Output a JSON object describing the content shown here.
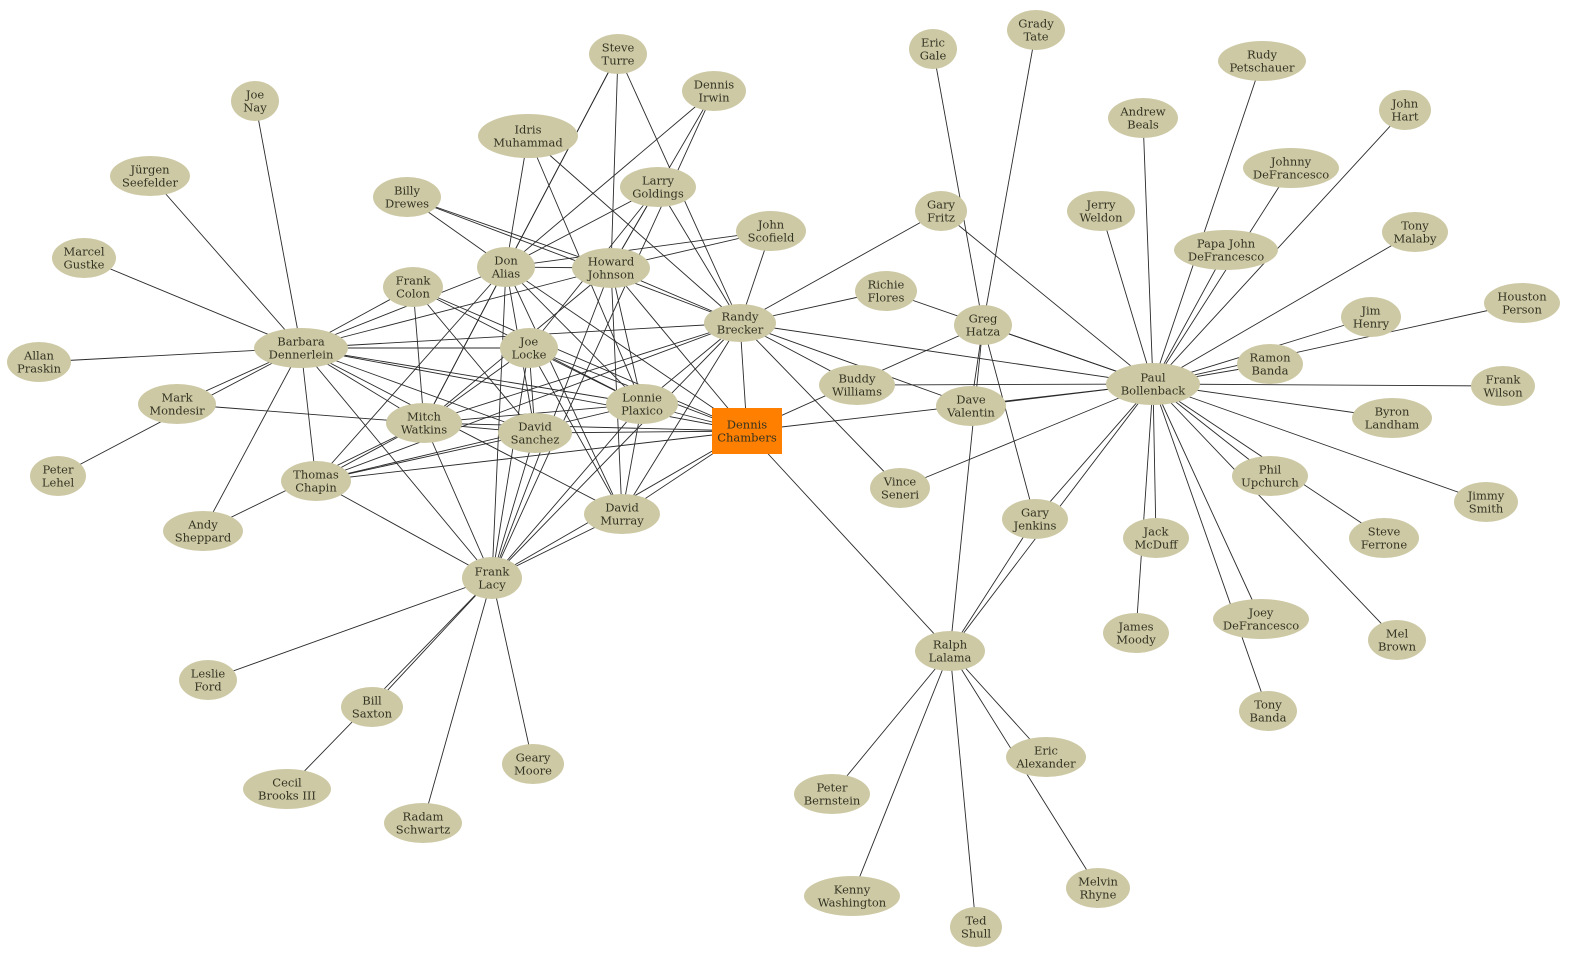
{
  "colors": {
    "node_fill": "#cdc9a5",
    "center_fill": "#ff7f00",
    "edge": "#2a2a2a",
    "label": "#333322"
  },
  "nodes": [
    {
      "id": "dennis-chambers",
      "lines": [
        "Dennis",
        "Chambers"
      ],
      "shape": "box"
    },
    {
      "id": "randy-brecker",
      "lines": [
        "Randy",
        "Brecker"
      ]
    },
    {
      "id": "barbara-dennerlein",
      "lines": [
        "Barbara",
        "Dennerlein"
      ]
    },
    {
      "id": "don-alias",
      "lines": [
        "Don",
        "Alias"
      ]
    },
    {
      "id": "howard-johnson",
      "lines": [
        "Howard",
        "Johnson"
      ]
    },
    {
      "id": "frank-colon",
      "lines": [
        "Frank",
        "Colon"
      ]
    },
    {
      "id": "joe-locke",
      "lines": [
        "Joe",
        "Locke"
      ]
    },
    {
      "id": "mitch-watkins",
      "lines": [
        "Mitch",
        "Watkins"
      ]
    },
    {
      "id": "david-sanchez",
      "lines": [
        "David",
        "Sanchez"
      ]
    },
    {
      "id": "lonnie-plaxico",
      "lines": [
        "Lonnie",
        "Plaxico"
      ]
    },
    {
      "id": "thomas-chapin",
      "lines": [
        "Thomas",
        "Chapin"
      ]
    },
    {
      "id": "david-murray",
      "lines": [
        "David",
        "Murray"
      ]
    },
    {
      "id": "frank-lacy",
      "lines": [
        "Frank",
        "Lacy"
      ]
    },
    {
      "id": "steve-turre",
      "lines": [
        "Steve",
        "Turre"
      ]
    },
    {
      "id": "dennis-irwin",
      "lines": [
        "Dennis",
        "Irwin"
      ]
    },
    {
      "id": "idris-muhammad",
      "lines": [
        "Idris",
        "Muhammad"
      ]
    },
    {
      "id": "larry-goldings",
      "lines": [
        "Larry",
        "Goldings"
      ]
    },
    {
      "id": "billy-drewes",
      "lines": [
        "Billy",
        "Drewes"
      ]
    },
    {
      "id": "john-scofield",
      "lines": [
        "John",
        "Scofield"
      ]
    },
    {
      "id": "joe-nay",
      "lines": [
        "Joe",
        "Nay"
      ]
    },
    {
      "id": "jurgen-seefelder",
      "lines": [
        "Jürgen",
        "Seefelder"
      ]
    },
    {
      "id": "marcel-gustke",
      "lines": [
        "Marcel",
        "Gustke"
      ]
    },
    {
      "id": "allan-praskin",
      "lines": [
        "Allan",
        "Praskin"
      ]
    },
    {
      "id": "mark-mondesir",
      "lines": [
        "Mark",
        "Mondesir"
      ]
    },
    {
      "id": "peter-lehel",
      "lines": [
        "Peter",
        "Lehel"
      ]
    },
    {
      "id": "andy-sheppard",
      "lines": [
        "Andy",
        "Sheppard"
      ]
    },
    {
      "id": "leslie-ford",
      "lines": [
        "Leslie",
        "Ford"
      ]
    },
    {
      "id": "bill-saxton",
      "lines": [
        "Bill",
        "Saxton"
      ]
    },
    {
      "id": "cecil-brooks-iii",
      "lines": [
        "Cecil",
        "Brooks III"
      ]
    },
    {
      "id": "radam-schwartz",
      "lines": [
        "Radam",
        "Schwartz"
      ]
    },
    {
      "id": "geary-moore",
      "lines": [
        "Geary",
        "Moore"
      ]
    },
    {
      "id": "eric-gale",
      "lines": [
        "Eric",
        "Gale"
      ]
    },
    {
      "id": "grady-tate",
      "lines": [
        "Grady",
        "Tate"
      ]
    },
    {
      "id": "gary-fritz",
      "lines": [
        "Gary",
        "Fritz"
      ]
    },
    {
      "id": "richie-flores",
      "lines": [
        "Richie",
        "Flores"
      ]
    },
    {
      "id": "greg-hatza",
      "lines": [
        "Greg",
        "Hatza"
      ]
    },
    {
      "id": "buddy-williams",
      "lines": [
        "Buddy",
        "Williams"
      ]
    },
    {
      "id": "dave-valentin",
      "lines": [
        "Dave",
        "Valentin"
      ]
    },
    {
      "id": "vince-seneri",
      "lines": [
        "Vince",
        "Seneri"
      ]
    },
    {
      "id": "gary-jenkins",
      "lines": [
        "Gary",
        "Jenkins"
      ]
    },
    {
      "id": "ralph-lalama",
      "lines": [
        "Ralph",
        "Lalama"
      ]
    },
    {
      "id": "peter-bernstein",
      "lines": [
        "Peter",
        "Bernstein"
      ]
    },
    {
      "id": "kenny-washington",
      "lines": [
        "Kenny",
        "Washington"
      ]
    },
    {
      "id": "ted-shull",
      "lines": [
        "Ted",
        "Shull"
      ]
    },
    {
      "id": "melvin-rhyne",
      "lines": [
        "Melvin",
        "Rhyne"
      ]
    },
    {
      "id": "eric-alexander",
      "lines": [
        "Eric",
        "Alexander"
      ]
    },
    {
      "id": "paul-bollenback",
      "lines": [
        "Paul",
        "Bollenback"
      ]
    },
    {
      "id": "rudy-petschauer",
      "lines": [
        "Rudy",
        "Petschauer"
      ]
    },
    {
      "id": "andrew-beals",
      "lines": [
        "Andrew",
        "Beals"
      ]
    },
    {
      "id": "john-hart",
      "lines": [
        "John",
        "Hart"
      ]
    },
    {
      "id": "johnny-defrancesco",
      "lines": [
        "Johnny",
        "DeFrancesco"
      ]
    },
    {
      "id": "jerry-weldon",
      "lines": [
        "Jerry",
        "Weldon"
      ]
    },
    {
      "id": "papa-john-defrancesco",
      "lines": [
        "Papa John",
        "DeFrancesco"
      ]
    },
    {
      "id": "tony-malaby",
      "lines": [
        "Tony",
        "Malaby"
      ]
    },
    {
      "id": "houston-person",
      "lines": [
        "Houston",
        "Person"
      ]
    },
    {
      "id": "jim-henry",
      "lines": [
        "Jim",
        "Henry"
      ]
    },
    {
      "id": "ramon-banda",
      "lines": [
        "Ramon",
        "Banda"
      ]
    },
    {
      "id": "frank-wilson",
      "lines": [
        "Frank",
        "Wilson"
      ]
    },
    {
      "id": "byron-landham",
      "lines": [
        "Byron",
        "Landham"
      ]
    },
    {
      "id": "phil-upchurch",
      "lines": [
        "Phil",
        "Upchurch"
      ]
    },
    {
      "id": "jimmy-smith",
      "lines": [
        "Jimmy",
        "Smith"
      ]
    },
    {
      "id": "jack-mcduff",
      "lines": [
        "Jack",
        "McDuff"
      ]
    },
    {
      "id": "steve-ferrone",
      "lines": [
        "Steve",
        "Ferrone"
      ]
    },
    {
      "id": "james-moody",
      "lines": [
        "James",
        "Moody"
      ]
    },
    {
      "id": "joey-defrancesco",
      "lines": [
        "Joey",
        "DeFrancesco"
      ]
    },
    {
      "id": "mel-brown",
      "lines": [
        "Mel",
        "Brown"
      ]
    },
    {
      "id": "tony-banda",
      "lines": [
        "Tony",
        "Banda"
      ]
    }
  ],
  "edges": [
    [
      "steve-turre",
      "don-alias"
    ],
    [
      "steve-turre",
      "howard-johnson"
    ],
    [
      "steve-turre",
      "randy-brecker"
    ],
    [
      "steve-turre",
      "mitch-watkins"
    ],
    [
      "dennis-irwin",
      "howard-johnson"
    ],
    [
      "dennis-irwin",
      "frank-lacy"
    ],
    [
      "dennis-irwin",
      "don-alias"
    ],
    [
      "idris-muhammad",
      "don-alias"
    ],
    [
      "idris-muhammad",
      "randy-brecker"
    ],
    [
      "idris-muhammad",
      "lonnie-plaxico"
    ],
    [
      "larry-goldings",
      "don-alias"
    ],
    [
      "larry-goldings",
      "howard-johnson"
    ],
    [
      "larry-goldings",
      "randy-brecker"
    ],
    [
      "larry-goldings",
      "joe-locke"
    ],
    [
      "billy-drewes",
      "don-alias"
    ],
    [
      "billy-drewes",
      "howard-johnson"
    ],
    [
      "billy-drewes",
      "randy-brecker"
    ],
    [
      "john-scofield",
      "howard-johnson"
    ],
    [
      "john-scofield",
      "don-alias"
    ],
    [
      "john-scofield",
      "randy-brecker"
    ],
    [
      "joe-nay",
      "barbara-dennerlein"
    ],
    [
      "jurgen-seefelder",
      "barbara-dennerlein"
    ],
    [
      "marcel-gustke",
      "barbara-dennerlein"
    ],
    [
      "allan-praskin",
      "barbara-dennerlein"
    ],
    [
      "mark-mondesir",
      "barbara-dennerlein"
    ],
    [
      "mark-mondesir",
      "mitch-watkins"
    ],
    [
      "peter-lehel",
      "barbara-dennerlein"
    ],
    [
      "andy-sheppard",
      "barbara-dennerlein"
    ],
    [
      "andy-sheppard",
      "mitch-watkins"
    ],
    [
      "barbara-dennerlein",
      "frank-colon"
    ],
    [
      "barbara-dennerlein",
      "don-alias"
    ],
    [
      "barbara-dennerlein",
      "howard-johnson"
    ],
    [
      "barbara-dennerlein",
      "randy-brecker"
    ],
    [
      "barbara-dennerlein",
      "joe-locke"
    ],
    [
      "barbara-dennerlein",
      "mitch-watkins"
    ],
    [
      "barbara-dennerlein",
      "david-sanchez"
    ],
    [
      "barbara-dennerlein",
      "lonnie-plaxico"
    ],
    [
      "barbara-dennerlein",
      "thomas-chapin"
    ],
    [
      "barbara-dennerlein",
      "dennis-chambers"
    ],
    [
      "barbara-dennerlein",
      "david-murray"
    ],
    [
      "barbara-dennerlein",
      "frank-lacy"
    ],
    [
      "frank-colon",
      "mitch-watkins"
    ],
    [
      "frank-colon",
      "lonnie-plaxico"
    ],
    [
      "frank-colon",
      "david-sanchez"
    ],
    [
      "frank-colon",
      "dennis-chambers"
    ],
    [
      "don-alias",
      "howard-johnson"
    ],
    [
      "don-alias",
      "mitch-watkins"
    ],
    [
      "don-alias",
      "david-sanchez"
    ],
    [
      "don-alias",
      "lonnie-plaxico"
    ],
    [
      "don-alias",
      "david-murray"
    ],
    [
      "don-alias",
      "frank-lacy"
    ],
    [
      "don-alias",
      "thomas-chapin"
    ],
    [
      "don-alias",
      "dennis-chambers"
    ],
    [
      "howard-johnson",
      "randy-brecker"
    ],
    [
      "howard-johnson",
      "mitch-watkins"
    ],
    [
      "howard-johnson",
      "lonnie-plaxico"
    ],
    [
      "howard-johnson",
      "david-murray"
    ],
    [
      "howard-johnson",
      "frank-lacy"
    ],
    [
      "howard-johnson",
      "dennis-chambers"
    ],
    [
      "joe-locke",
      "mitch-watkins"
    ],
    [
      "joe-locke",
      "david-sanchez"
    ],
    [
      "joe-locke",
      "frank-lacy"
    ],
    [
      "joe-locke",
      "lonnie-plaxico"
    ],
    [
      "joe-locke",
      "david-murray"
    ],
    [
      "joe-locke",
      "dennis-chambers"
    ],
    [
      "randy-brecker",
      "mitch-watkins"
    ],
    [
      "randy-brecker",
      "thomas-chapin"
    ],
    [
      "randy-brecker",
      "lonnie-plaxico"
    ],
    [
      "randy-brecker",
      "frank-lacy"
    ],
    [
      "randy-brecker",
      "dennis-chambers"
    ],
    [
      "randy-brecker",
      "david-murray"
    ],
    [
      "randy-brecker",
      "gary-fritz"
    ],
    [
      "randy-brecker",
      "richie-flores"
    ],
    [
      "randy-brecker",
      "buddy-williams"
    ],
    [
      "randy-brecker",
      "dave-valentin"
    ],
    [
      "randy-brecker",
      "paul-bollenback"
    ],
    [
      "randy-brecker",
      "vince-seneri"
    ],
    [
      "mitch-watkins",
      "david-sanchez"
    ],
    [
      "mitch-watkins",
      "lonnie-plaxico"
    ],
    [
      "mitch-watkins",
      "dennis-chambers"
    ],
    [
      "mitch-watkins",
      "frank-lacy"
    ],
    [
      "mitch-watkins",
      "thomas-chapin"
    ],
    [
      "david-sanchez",
      "dennis-chambers"
    ],
    [
      "david-sanchez",
      "frank-lacy"
    ],
    [
      "david-sanchez",
      "thomas-chapin"
    ],
    [
      "lonnie-plaxico",
      "dennis-chambers"
    ],
    [
      "lonnie-plaxico",
      "frank-lacy"
    ],
    [
      "lonnie-plaxico",
      "thomas-chapin"
    ],
    [
      "lonnie-plaxico",
      "david-murray"
    ],
    [
      "thomas-chapin",
      "dennis-chambers"
    ],
    [
      "thomas-chapin",
      "frank-lacy"
    ],
    [
      "david-murray",
      "dennis-chambers"
    ],
    [
      "david-murray",
      "frank-lacy"
    ],
    [
      "frank-lacy",
      "dennis-chambers"
    ],
    [
      "frank-lacy",
      "leslie-ford"
    ],
    [
      "frank-lacy",
      "bill-saxton"
    ],
    [
      "frank-lacy",
      "cecil-brooks-iii"
    ],
    [
      "frank-lacy",
      "radam-schwartz"
    ],
    [
      "frank-lacy",
      "geary-moore"
    ],
    [
      "dennis-chambers",
      "greg-hatza"
    ],
    [
      "dennis-chambers",
      "paul-bollenback"
    ],
    [
      "dennis-chambers",
      "ralph-lalama"
    ],
    [
      "eric-gale",
      "greg-hatza"
    ],
    [
      "grady-tate",
      "greg-hatza"
    ],
    [
      "gary-fritz",
      "paul-bollenback"
    ],
    [
      "richie-flores",
      "paul-bollenback"
    ],
    [
      "buddy-williams",
      "paul-bollenback"
    ],
    [
      "dave-valentin",
      "paul-bollenback"
    ],
    [
      "vince-seneri",
      "paul-bollenback"
    ],
    [
      "greg-hatza",
      "paul-bollenback"
    ],
    [
      "greg-hatza",
      "dave-valentin"
    ],
    [
      "greg-hatza",
      "gary-jenkins"
    ],
    [
      "greg-hatza",
      "ralph-lalama"
    ],
    [
      "gary-jenkins",
      "paul-bollenback"
    ],
    [
      "gary-jenkins",
      "ralph-lalama"
    ],
    [
      "ralph-lalama",
      "paul-bollenback"
    ],
    [
      "ralph-lalama",
      "peter-bernstein"
    ],
    [
      "ralph-lalama",
      "kenny-washington"
    ],
    [
      "ralph-lalama",
      "ted-shull"
    ],
    [
      "ralph-lalama",
      "melvin-rhyne"
    ],
    [
      "ralph-lalama",
      "eric-alexander"
    ],
    [
      "paul-bollenback",
      "rudy-petschauer"
    ],
    [
      "paul-bollenback",
      "andrew-beals"
    ],
    [
      "paul-bollenback",
      "john-hart"
    ],
    [
      "paul-bollenback",
      "johnny-defrancesco"
    ],
    [
      "paul-bollenback",
      "jerry-weldon"
    ],
    [
      "paul-bollenback",
      "papa-john-defrancesco"
    ],
    [
      "paul-bollenback",
      "tony-malaby"
    ],
    [
      "paul-bollenback",
      "houston-person"
    ],
    [
      "paul-bollenback",
      "jim-henry"
    ],
    [
      "paul-bollenback",
      "ramon-banda"
    ],
    [
      "paul-bollenback",
      "frank-wilson"
    ],
    [
      "paul-bollenback",
      "byron-landham"
    ],
    [
      "paul-bollenback",
      "phil-upchurch"
    ],
    [
      "paul-bollenback",
      "jimmy-smith"
    ],
    [
      "paul-bollenback",
      "jack-mcduff"
    ],
    [
      "paul-bollenback",
      "steve-ferrone"
    ],
    [
      "paul-bollenback",
      "james-moody"
    ],
    [
      "paul-bollenback",
      "joey-defrancesco"
    ],
    [
      "paul-bollenback",
      "mel-brown"
    ],
    [
      "paul-bollenback",
      "tony-banda"
    ]
  ]
}
